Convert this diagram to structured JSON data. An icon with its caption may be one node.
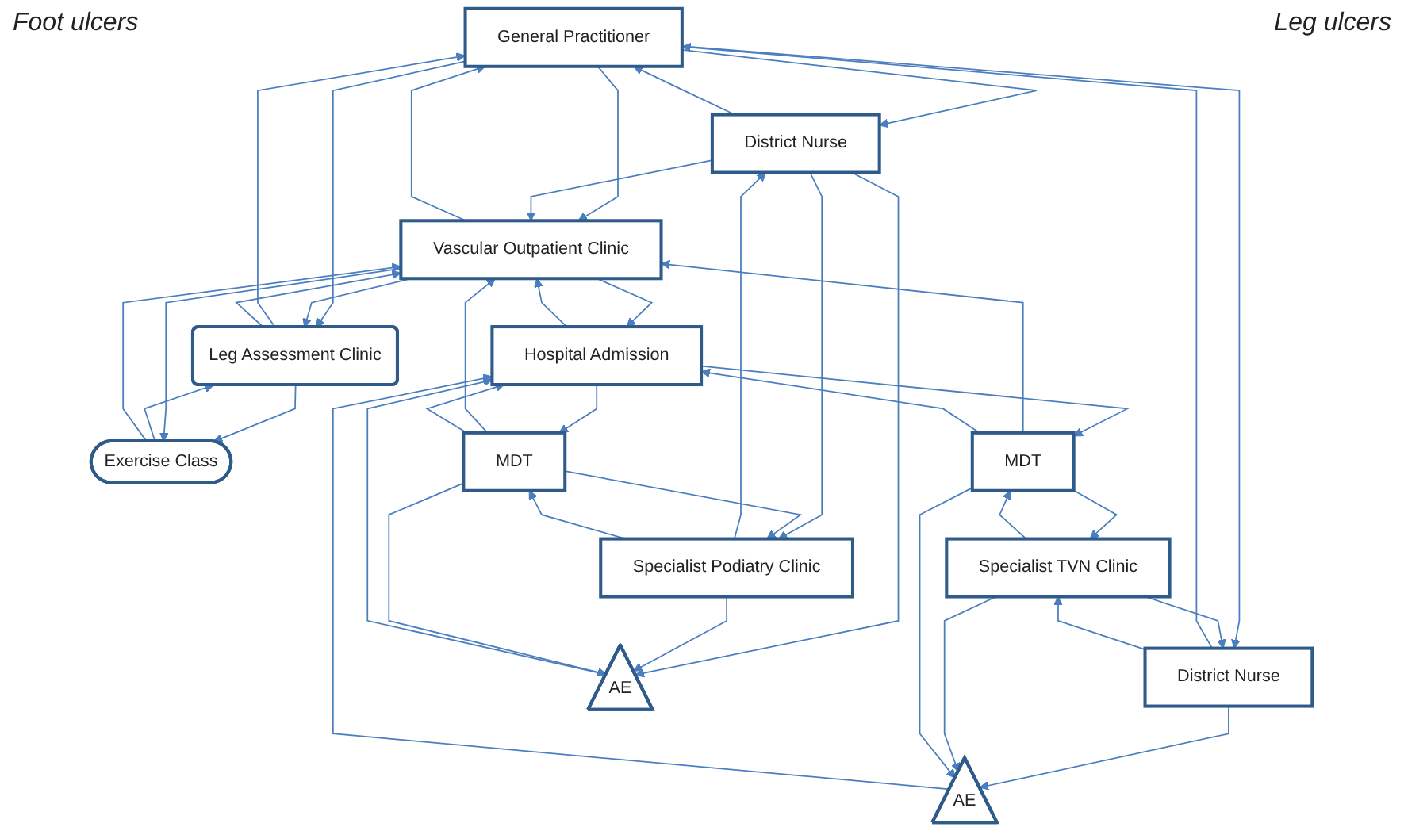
{
  "diagram": {
    "nodes": [
      {
        "text": [
          "General Practitioner"
        ]
      },
      {
        "text": [
          "District Nurse"
        ]
      },
      {
        "text": [
          "Leg Assessment Clinic"
        ]
      },
      {
        "text": [
          "District Nurse"
        ]
      },
      {
        "text": [
          "Exercise Class"
        ]
      },
      {
        "text": [
          "Vascular Outpatient Clinic"
        ]
      },
      {
        "text": [
          "Specialist Podiatry Clinic"
        ]
      },
      {
        "text": [
          "Specialist TVN Clinic"
        ]
      },
      {
        "text": [
          "AE"
        ]
      },
      {
        "text": [
          "AE"
        ]
      },
      {
        "text": [
          "MDT"
        ]
      },
      {
        "text": [
          "MDT"
        ]
      },
      {
        "text": [
          "Hospital Admission"
        ]
      }
    ],
    "edges": [
      {
        "from": 0,
        "to": 1,
        "arrow": "to"
      },
      {
        "from": 1,
        "to": 0,
        "arrow": "to"
      },
      {
        "from": 0,
        "to": 3,
        "arrow": "to"
      },
      {
        "from": 3,
        "to": 0,
        "arrow": "to"
      },
      {
        "from": 0,
        "to": 2,
        "arrow": "to"
      },
      {
        "from": 2,
        "to": 0,
        "arrow": "to"
      },
      {
        "from": 0,
        "to": 5,
        "arrow": "to"
      },
      {
        "from": 5,
        "to": 0,
        "arrow": "to"
      },
      {
        "from": 1,
        "to": 5,
        "arrow": "to"
      },
      {
        "from": 1,
        "to": 8,
        "arrow": "to"
      },
      {
        "from": 1,
        "to": 6,
        "arrow": "to"
      },
      {
        "from": 6,
        "to": 1,
        "arrow": "to"
      },
      {
        "from": 2,
        "to": 5,
        "arrow": "to"
      },
      {
        "from": 5,
        "to": 2,
        "arrow": "to"
      },
      {
        "from": 2,
        "to": 4,
        "arrow": "to"
      },
      {
        "from": 4,
        "to": 2,
        "arrow": "to"
      },
      {
        "from": 5,
        "to": 4,
        "arrow": "to"
      },
      {
        "from": 4,
        "to": 5,
        "arrow": "to"
      },
      {
        "from": 3,
        "to": 9,
        "arrow": "to"
      },
      {
        "from": 3,
        "to": 7,
        "arrow": "to"
      },
      {
        "from": 7,
        "to": 3,
        "arrow": "to"
      },
      {
        "from": 6,
        "to": 8,
        "arrow": "to"
      },
      {
        "from": 6,
        "to": 10,
        "arrow": "to"
      },
      {
        "from": 10,
        "to": 6,
        "arrow": "to"
      },
      {
        "from": 7,
        "to": 9,
        "arrow": "to"
      },
      {
        "from": 7,
        "to": 11,
        "arrow": "to"
      },
      {
        "from": 11,
        "to": 7,
        "arrow": "to"
      },
      {
        "from": 10,
        "to": 8,
        "arrow": "to"
      },
      {
        "from": 11,
        "to": 9,
        "arrow": "to"
      },
      {
        "from": 10,
        "to": 5,
        "arrow": "to"
      },
      {
        "from": 11,
        "to": 5,
        "arrow": "to"
      },
      {
        "from": 5,
        "to": 12,
        "arrow": "to"
      },
      {
        "from": 12,
        "to": 5,
        "arrow": "to"
      },
      {
        "from": 8,
        "to": 12,
        "arrow": "to"
      },
      {
        "from": 9,
        "to": 12,
        "arrow": "to"
      },
      {
        "from": 10,
        "to": 12,
        "arrow": "to"
      },
      {
        "from": 12,
        "to": 10,
        "arrow": "to"
      },
      {
        "from": 11,
        "to": 12,
        "arrow": "to"
      },
      {
        "from": 12,
        "to": 11,
        "arrow": "to"
      }
    ],
    "labels": [
      "Foot ulcers",
      "Leg ulcers"
    ]
  }
}
